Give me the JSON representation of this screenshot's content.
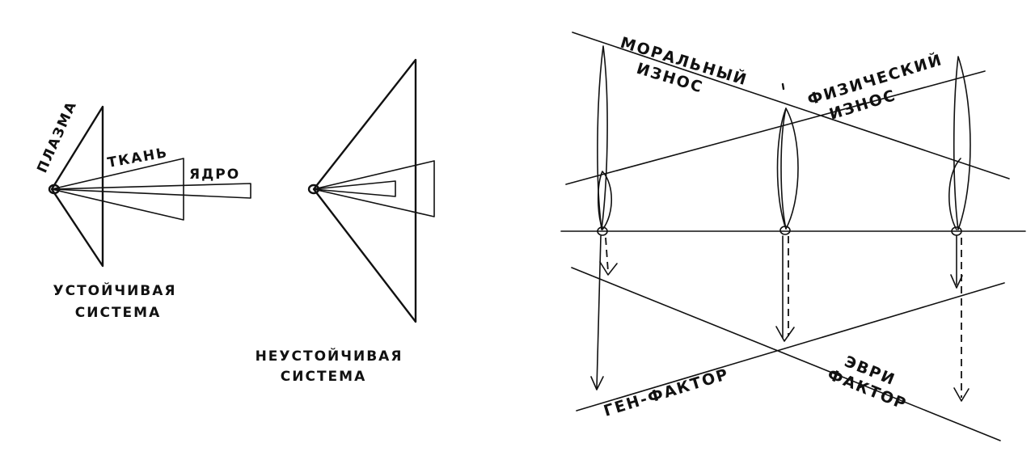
{
  "left_diagram": {
    "label_plasma": "ПЛАЗМА",
    "label_tissue": "ТКАНЬ",
    "label_nucleus": "ЯДРО",
    "caption_line1": "УСТОЙЧИВАЯ",
    "caption_line2": "СИСТЕМА"
  },
  "middle_diagram": {
    "caption_line1": "НЕУСТОЙЧИВАЯ",
    "caption_line2": "СИСТЕМА"
  },
  "right_diagram": {
    "label_moral_line1": "МОРАЛЬНЫЙ",
    "label_moral_line2": "ИЗНОС",
    "label_physical_line1": "ФИЗИЧЕСКИЙ",
    "label_physical_line2": "ИЗНОС",
    "label_gen_factor": "ГЕН-ФАКТОР",
    "label_evri_line1": "ЭВРИ",
    "label_evri_line2": "ФАКТОР"
  },
  "colors": {
    "ink": "#111111",
    "paper": "#ffffff"
  }
}
